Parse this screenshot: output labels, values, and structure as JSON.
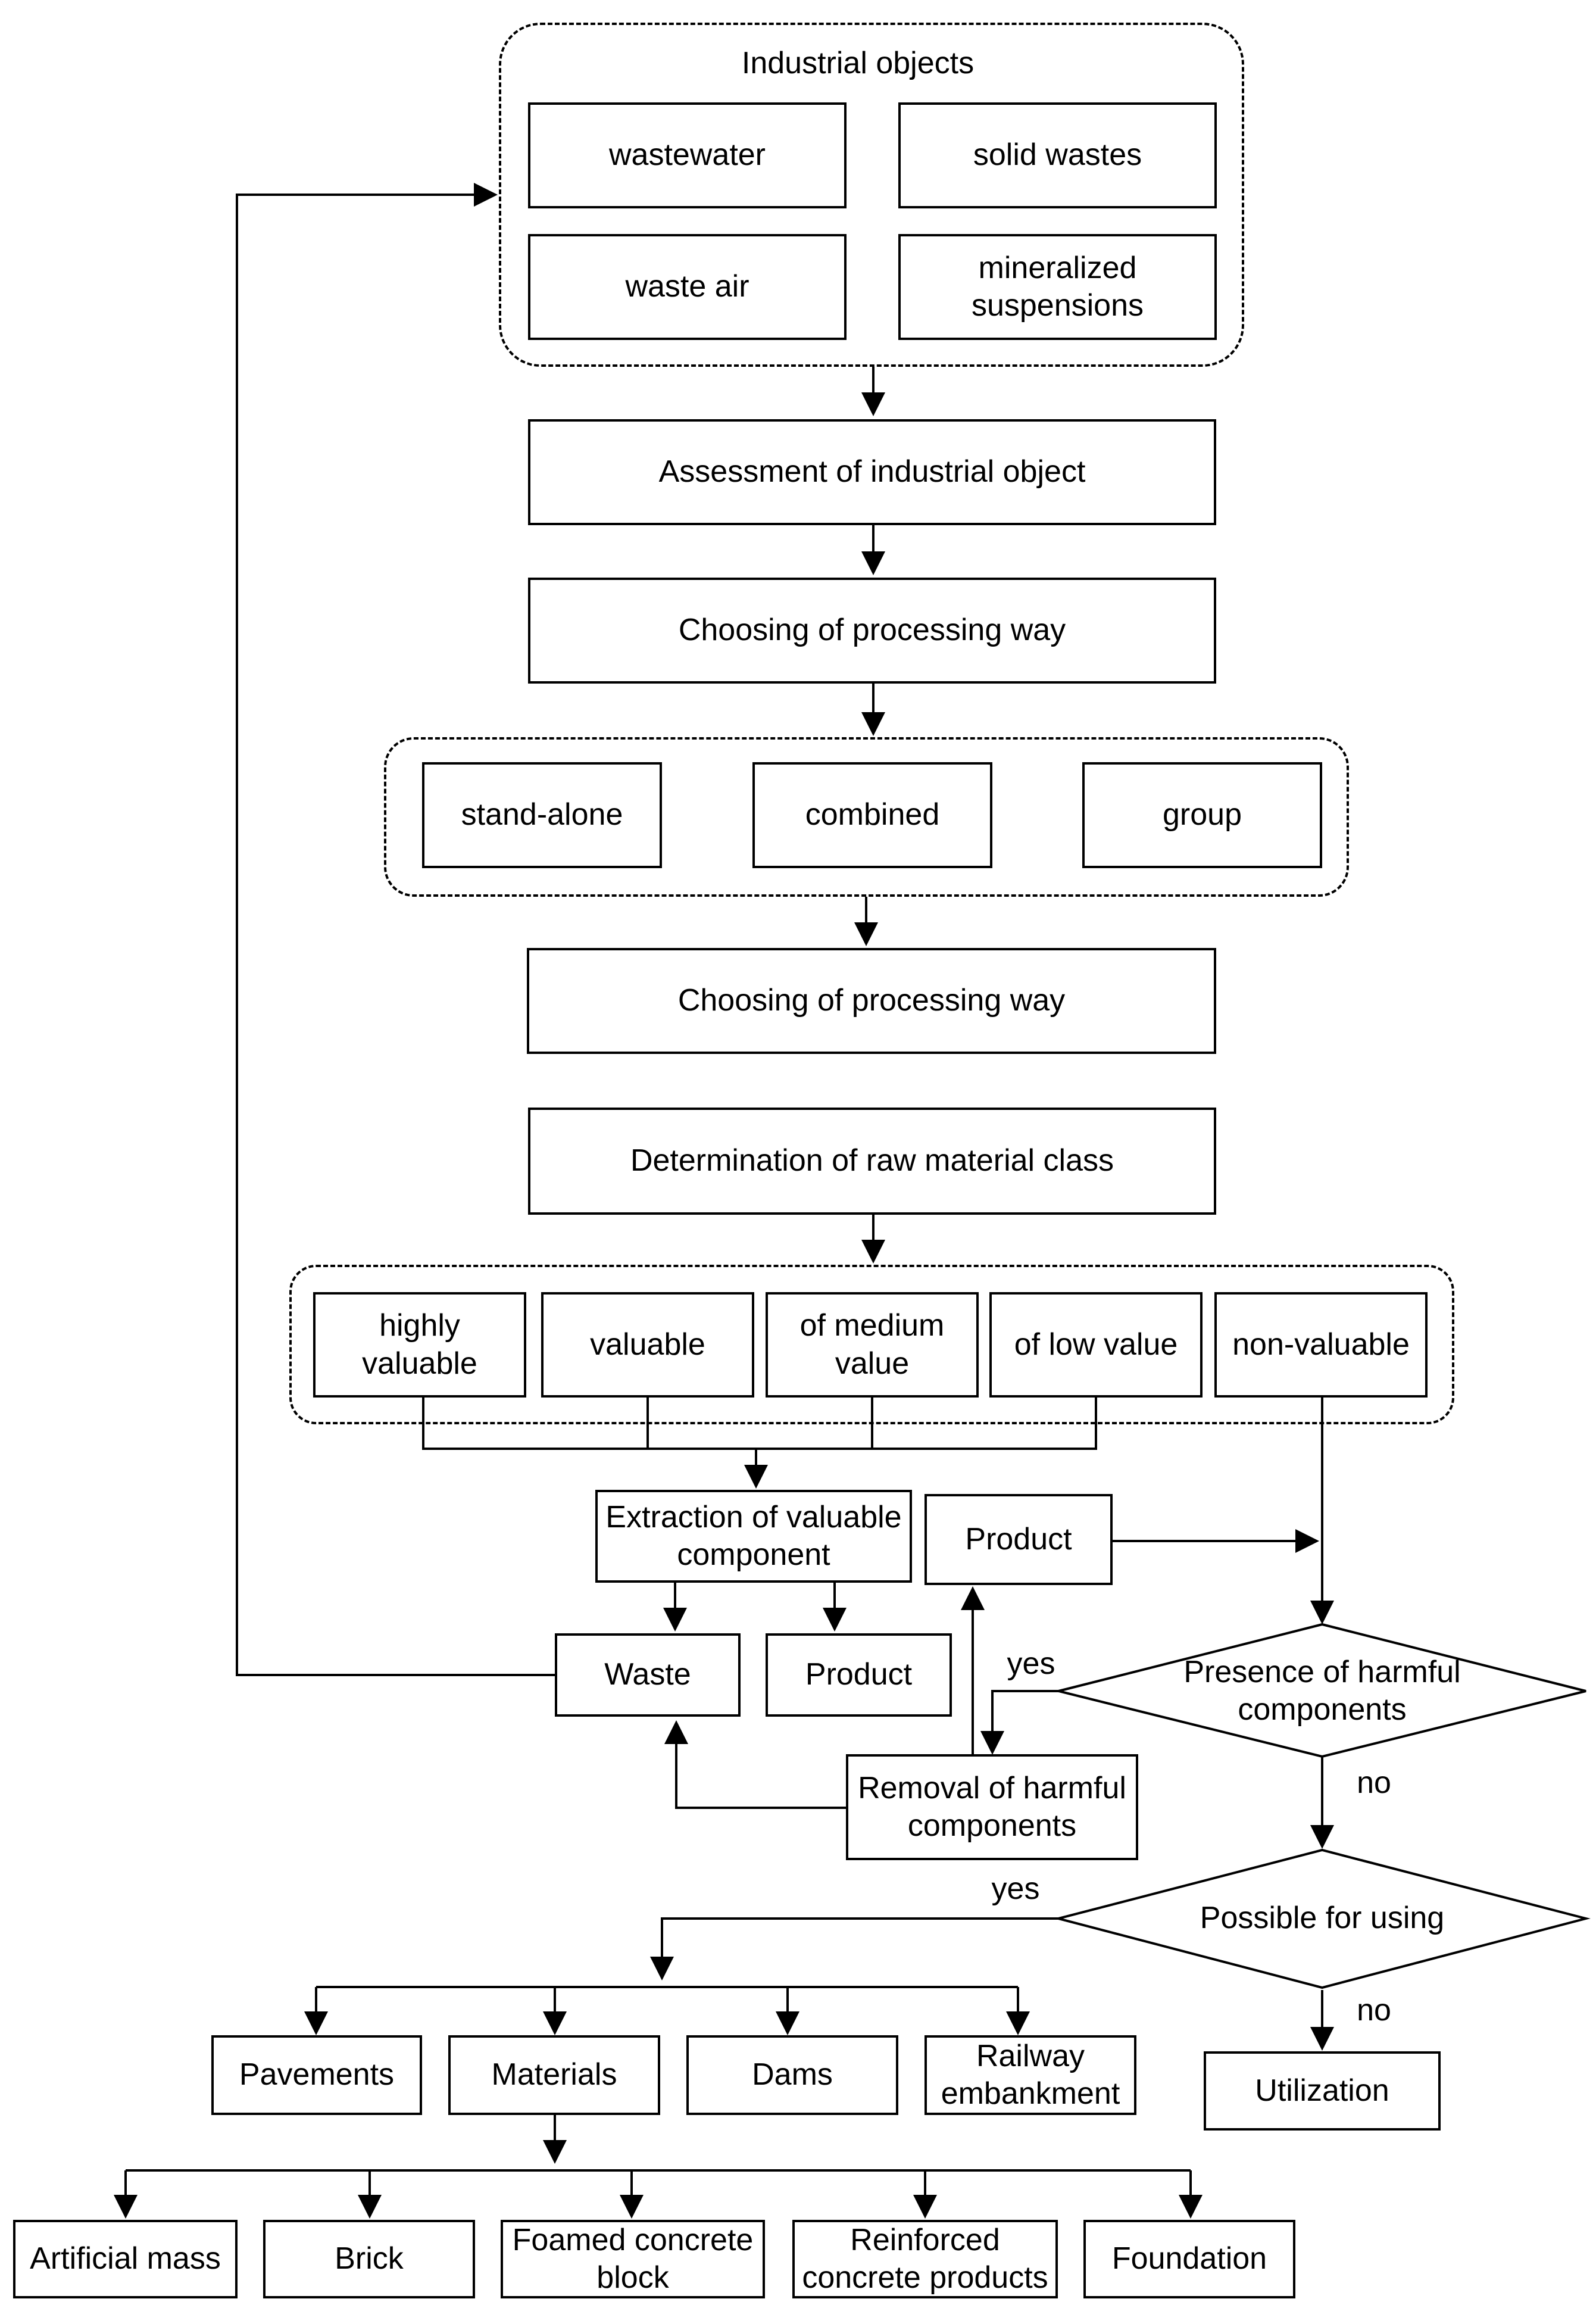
{
  "group_labels": {
    "industrial_objects": "Industrial objects"
  },
  "nodes": {
    "wastewater": "wastewater",
    "solid_wastes": "solid wastes",
    "waste_air": "waste air",
    "mineralized_suspensions": "mineralized\nsuspensions",
    "assessment": "Assessment of industrial object",
    "choosing_1": "Choosing of processing way",
    "stand_alone": "stand-alone",
    "combined": "combined",
    "group": "group",
    "choosing_2": "Choosing of processing way",
    "determination": "Determination of raw material class",
    "highly_valuable": "highly\nvaluable",
    "valuable": "valuable",
    "medium_value": "of medium\nvalue",
    "low_value": "of low value",
    "non_valuable": "non-valuable",
    "extraction": "Extraction of valuable\ncomponent",
    "product_top": "Product",
    "waste": "Waste",
    "product_mid": "Product",
    "removal": "Removal of harmful\ncomponents",
    "pavements": "Pavements",
    "materials": "Materials",
    "dams": "Dams",
    "railway": "Railway\nembankment",
    "utilization": "Utilization",
    "artificial_mass": "Artificial mass",
    "brick": "Brick",
    "foamed_block": "Foamed concrete\nblock",
    "reinforced": "Reinforced\nconcrete products",
    "foundation": "Foundation"
  },
  "decisions": {
    "harmful": "Presence of harmful\ncomponents",
    "possible": "Possible for using"
  },
  "edge_labels": {
    "harmful_yes": "yes",
    "harmful_no": "no",
    "possible_yes": "yes",
    "possible_no": "no"
  }
}
